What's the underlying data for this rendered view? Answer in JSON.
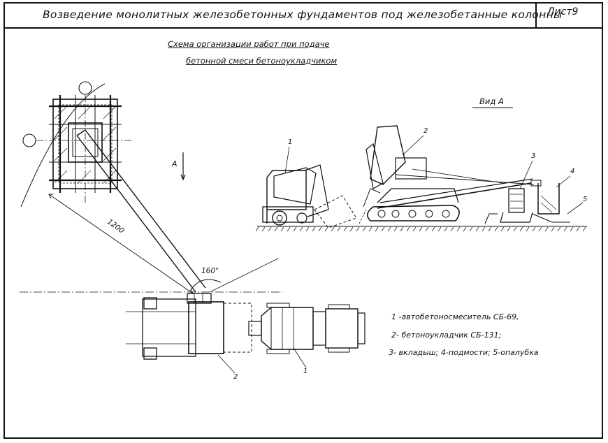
{
  "sheet": {
    "title": "Возведение монолитных железобетонных фундаментов под железобетанные колонны",
    "sheet_label": "Лист9"
  },
  "scheme": {
    "title_line1": "Схема организации работ при подаче",
    "title_line2": "бетонной смеси бетоноукладчиком",
    "view_label": "Вид А",
    "section_mark": "А"
  },
  "dimensions": {
    "boom_length": "1200",
    "swing_angle": "160°"
  },
  "callouts": {
    "plan_1": "1",
    "plan_2": "2",
    "side_1": "1",
    "side_2": "2",
    "side_3": "3",
    "side_4": "4",
    "side_5": "5"
  },
  "legend": {
    "line1": "1 -автобетоносмеситель СБ-69,",
    "line2": "2- бетоноукладчик СБ-131;",
    "line3": "3- вкладыш; 4-подмости; 5-опалубка"
  }
}
